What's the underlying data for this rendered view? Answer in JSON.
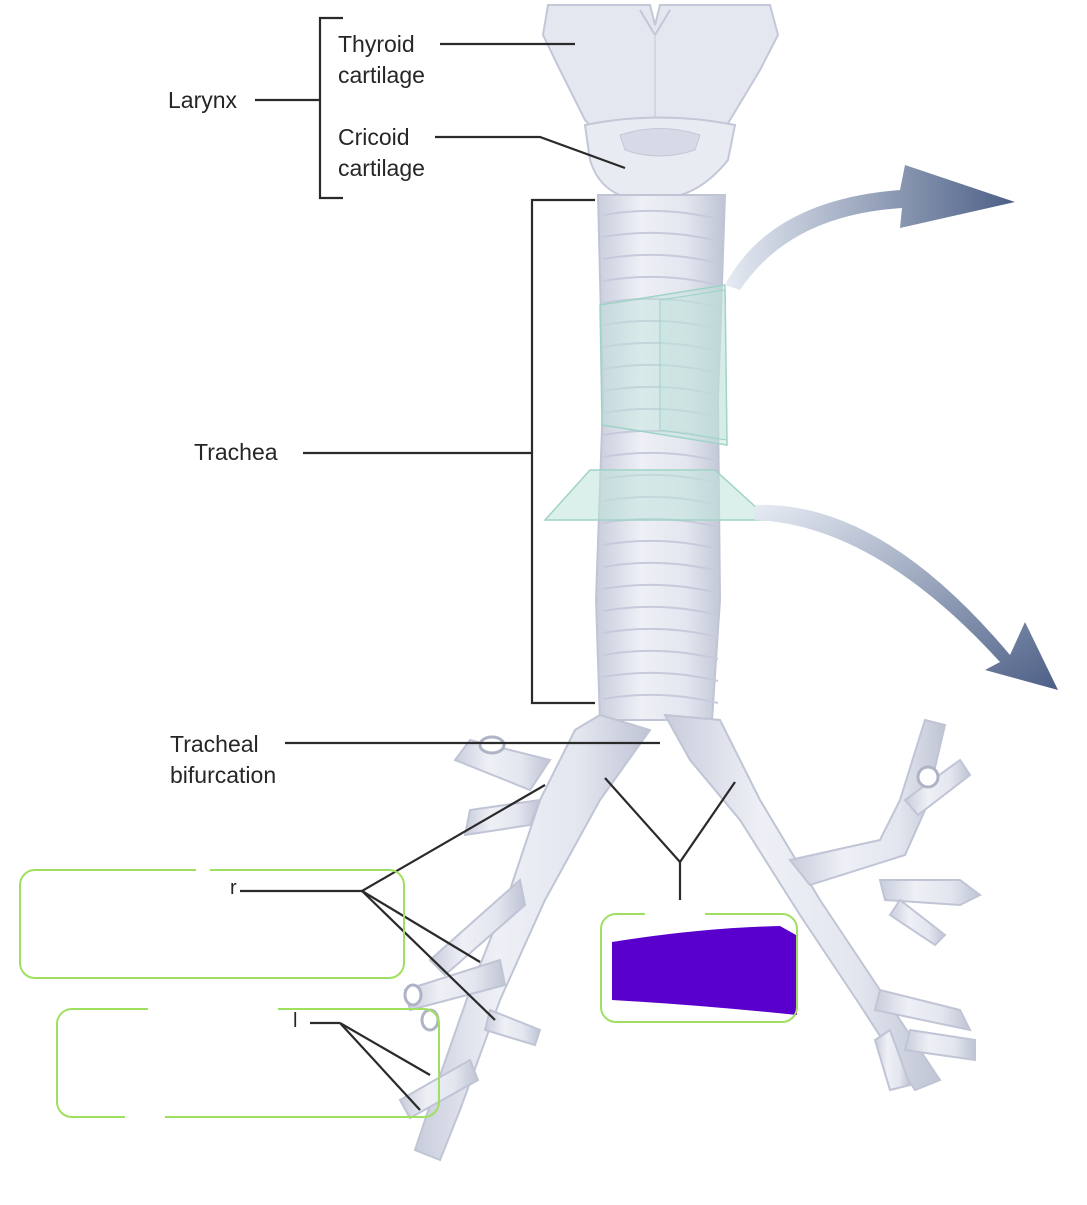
{
  "labels": {
    "larynx": "Larynx",
    "thyroid_cartilage": "Thyroid\ncartilage",
    "cricoid_cartilage": "Cricoid\ncartilage",
    "trachea": "Trachea",
    "tracheal_bifurcation": "Tracheal\nbifurcation"
  },
  "answer_boxes": {
    "box1_fragment": "r",
    "box2_fragment": "l"
  },
  "colors": {
    "leader_line": "#2a2a2a",
    "tissue_fill": "#e7e9f1",
    "ring_shade": "#c6cadb",
    "glass_plane": "#bfe3db",
    "arrow": "#5a6f94",
    "answer_box_border": "#9fe060",
    "redaction_fill": "#5a00cc"
  }
}
